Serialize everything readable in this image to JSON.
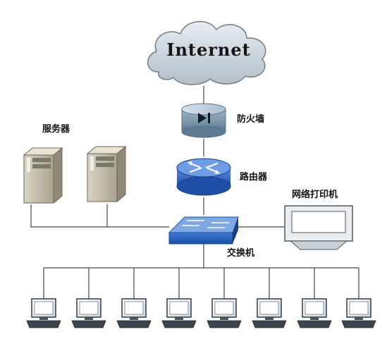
{
  "labels": {
    "internet": "Internet",
    "firewall": "防火墙",
    "router": "路由器",
    "servers": "服务器",
    "switch": "交换机",
    "printer": "网络打印机"
  },
  "devices": {
    "servers_count": 2,
    "workstations_count": 8
  }
}
